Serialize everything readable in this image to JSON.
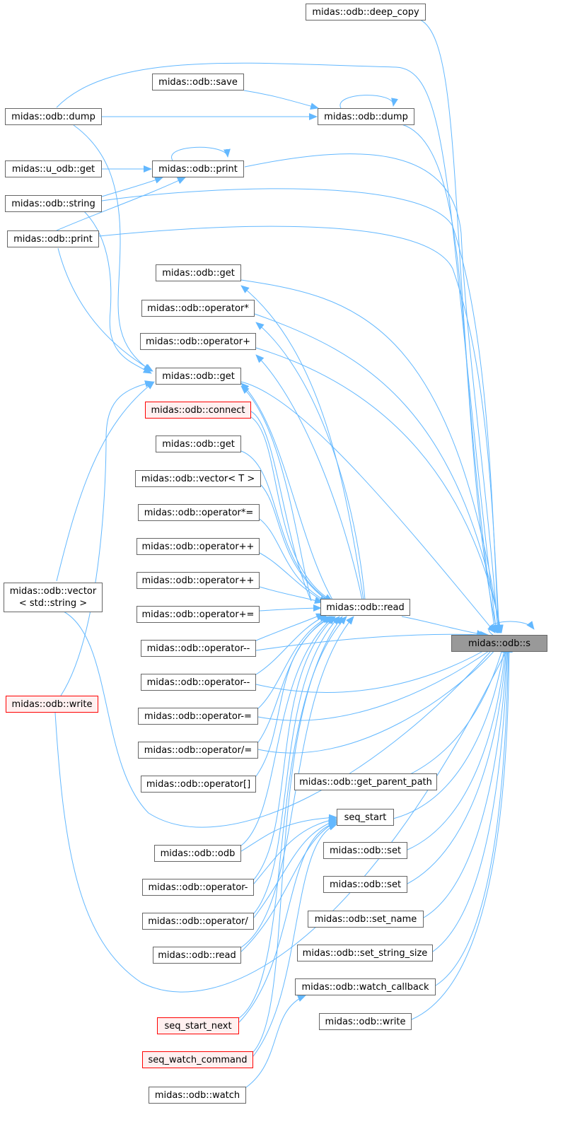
{
  "nodes": {
    "target": {
      "label": "midas::odb::s"
    },
    "deep_copy": {
      "label": "midas::odb::deep_copy"
    },
    "save": {
      "label": "midas::odb::save"
    },
    "dump_l": {
      "label": "midas::odb::dump"
    },
    "dump_m": {
      "label": "midas::odb::dump"
    },
    "u_odb_get": {
      "label": "midas::u_odb::get"
    },
    "print_m": {
      "label": "midas::odb::print"
    },
    "string": {
      "label": "midas::odb::string"
    },
    "print_l": {
      "label": "midas::odb::print"
    },
    "get1": {
      "label": "midas::odb::get"
    },
    "op_mul": {
      "label": "midas::odb::operator*"
    },
    "op_plus": {
      "label": "midas::odb::operator+"
    },
    "get2": {
      "label": "midas::odb::get"
    },
    "connect": {
      "label": "midas::odb::connect"
    },
    "get3": {
      "label": "midas::odb::get"
    },
    "vector_t": {
      "label": "midas::odb::vector< T >"
    },
    "op_mul_eq": {
      "label": "midas::odb::operator*="
    },
    "op_inc1": {
      "label": "midas::odb::operator++"
    },
    "op_inc2": {
      "label": "midas::odb::operator++"
    },
    "op_plus_eq": {
      "label": "midas::odb::operator+="
    },
    "op_dec1": {
      "label": "midas::odb::operator--"
    },
    "op_dec2": {
      "label": "midas::odb::operator--"
    },
    "op_minus_eq": {
      "label": "midas::odb::operator-="
    },
    "op_div_eq": {
      "label": "midas::odb::operator/="
    },
    "op_index": {
      "label": "midas::odb::operator[]"
    },
    "odb": {
      "label": "midas::odb::odb"
    },
    "op_minus": {
      "label": "midas::odb::operator-"
    },
    "op_div": {
      "label": "midas::odb::operator/"
    },
    "read_bottom": {
      "label": "midas::odb::read"
    },
    "seq_start_next": {
      "label": "seq_start_next"
    },
    "seq_watch_command": {
      "label": "seq_watch_command"
    },
    "watch": {
      "label": "midas::odb::watch"
    },
    "vector_string": {
      "line1": "midas::odb::vector",
      "line2": "< std::string >"
    },
    "write_left": {
      "label": "midas::odb::write"
    },
    "read_mid": {
      "label": "midas::odb::read"
    },
    "get_parent_path": {
      "label": "midas::odb::get_parent_path"
    },
    "seq_start": {
      "label": "seq_start"
    },
    "set1": {
      "label": "midas::odb::set"
    },
    "set2": {
      "label": "midas::odb::set"
    },
    "set_name": {
      "label": "midas::odb::set_name"
    },
    "set_string_size": {
      "label": "midas::odb::set_string_size"
    },
    "watch_callback": {
      "label": "midas::odb::watch_callback"
    },
    "write_right": {
      "label": "midas::odb::write"
    }
  },
  "colors": {
    "edge": "#63b8ff",
    "node_border": "#666666",
    "node_fill": "#ffffff",
    "focus_fill": "#999999",
    "highlight_border": "#ff0000",
    "highlight_fill": "#fff0f0"
  }
}
